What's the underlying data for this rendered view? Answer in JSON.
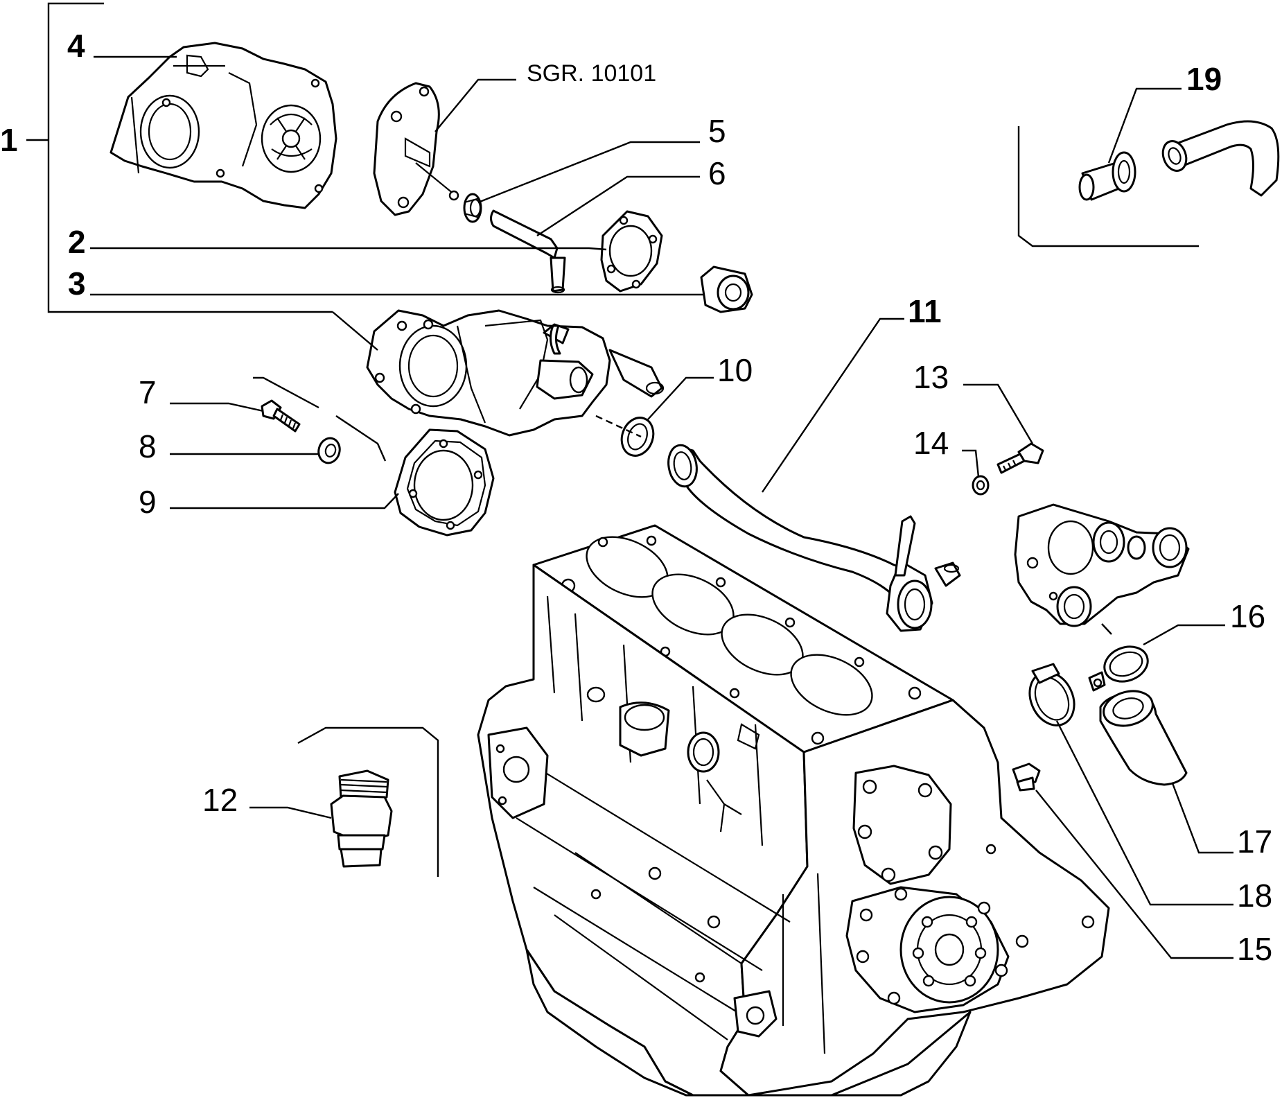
{
  "callouts": {
    "c1": "1",
    "c2": "2",
    "c3": "3",
    "c4": "4",
    "c5": "5",
    "c6": "6",
    "c7": "7",
    "c8": "8",
    "c9": "9",
    "c10": "10",
    "c11": "11",
    "c12": "12",
    "c13": "13",
    "c14": "14",
    "c15": "15",
    "c16": "16",
    "c17": "17",
    "c18": "18",
    "c19": "19"
  },
  "reference": "SGR. 10101"
}
